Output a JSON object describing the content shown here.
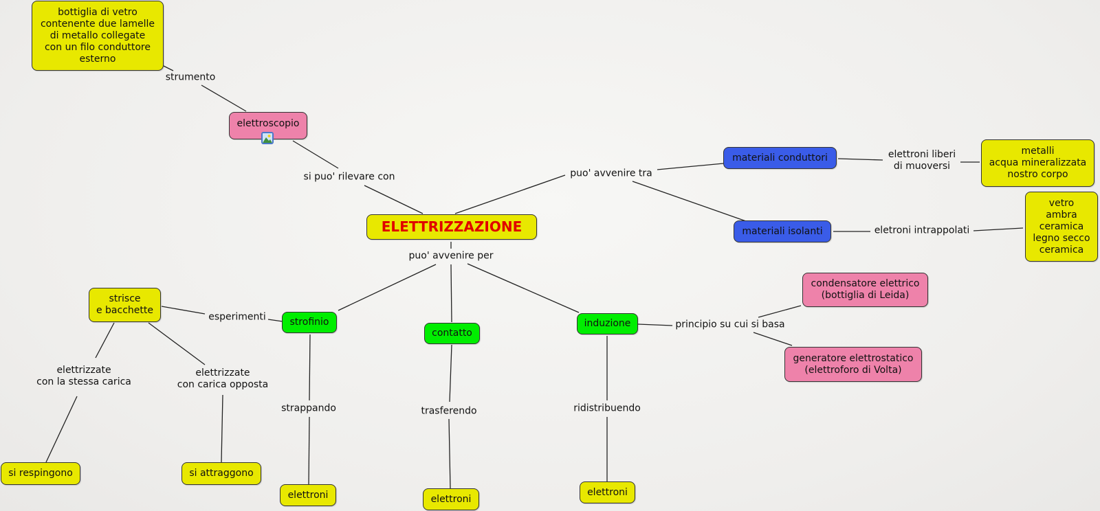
{
  "colors": {
    "yellow": "#e8e800",
    "pink": "#ee82aa",
    "blue": "#3a5ce8",
    "green": "#00ee00",
    "main_text": "#e00000"
  },
  "nodes": {
    "main": "ELETTRIZZAZIONE",
    "bottiglia": "bottiglia di vetro\ncontenente due lamelle\ndi metallo collegate\ncon un filo conduttore\nesterno",
    "elettroscopio": "elettroscopio",
    "materiali_conduttori": "materiali conduttori",
    "materiali_isolanti": "materiali isolanti",
    "metalli": "metalli\nacqua mineralizzata\nnostro corpo",
    "vetro": "vetro\nambra\nceramica\nlegno secco\nceramica",
    "strisce": "strisce\ne bacchette",
    "strofinio": "strofinio",
    "contatto": "contatto",
    "induzione": "induzione",
    "condensatore": "condensatore elettrico\n(bottiglia di Leida)",
    "generatore": "generatore elettrostatico\n(elettroforo di Volta)",
    "si_respingono": "si respingono",
    "si_attraggono": "si attraggono",
    "elettroni_strofinio": "elettroni",
    "elettroni_contatto": "elettroni",
    "elettroni_induzione": "elettroni"
  },
  "links": {
    "strumento": "strumento",
    "si_puo_rilevare": "si puo' rilevare con",
    "puo_avvenire_tra": "puo' avvenire tra",
    "elettroni_liberi": "elettroni liberi\ndi muoversi",
    "elettroni_intrappolati": "eletroni intrappolati",
    "puo_avvenire_per": "puo' avvenire per",
    "esperimenti": "esperimenti",
    "stessa_carica": "elettrizzate\ncon la stessa carica",
    "carica_opposta": "elettrizzate\ncon carica opposta",
    "strappando": "strappando",
    "trasferendo": "trasferendo",
    "ridistribuendo": "ridistribuendo",
    "principio": "principio su cui si basa"
  },
  "icons": {
    "elettroscopio_attachment": "image-attachment-icon"
  }
}
